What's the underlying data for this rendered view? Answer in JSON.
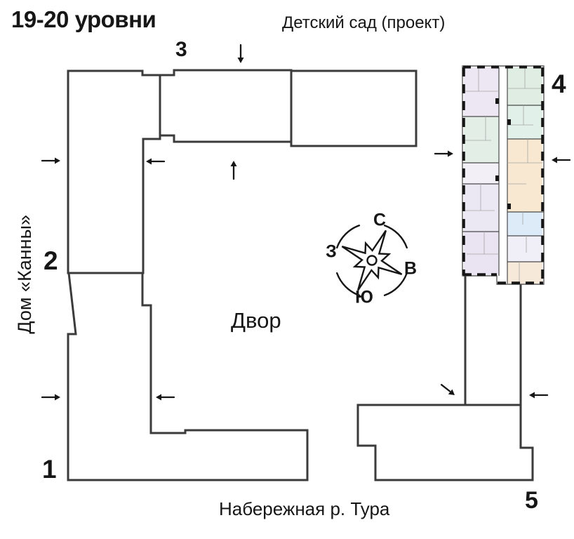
{
  "title": "19-20 уровни",
  "labels": {
    "kindergarten": "Детский сад (проект)",
    "house_left": "Дом «Канны»",
    "courtyard": "Двор",
    "embankment": "Набережная р. Тура"
  },
  "buildings": {
    "b1": "1",
    "b2": "2",
    "b3": "3",
    "b4": "4",
    "b5": "5"
  },
  "compass": {
    "n": "С",
    "e": "В",
    "s": "Ю",
    "w": "З"
  },
  "colors": {
    "wall": "#3b3b3b",
    "ink": "#161616"
  },
  "floorplan": {
    "blocks": [
      {
        "side": "left",
        "color": "#EDE7F4"
      },
      {
        "side": "left",
        "color": "#E3EFE6"
      },
      {
        "side": "left",
        "color": "#F2F0F6"
      },
      {
        "side": "left",
        "color": "#ECE8F3"
      },
      {
        "side": "left",
        "color": "#E9E3F2"
      },
      {
        "side": "right",
        "color": "#DFEDE2"
      },
      {
        "side": "right",
        "color": "#E2F0EA"
      },
      {
        "side": "right",
        "color": "#F8E8D1"
      },
      {
        "side": "right",
        "color": "#DCEBF7"
      },
      {
        "side": "right",
        "color": "#F0EEF6"
      },
      {
        "side": "right",
        "color": "#F7E9DA"
      }
    ]
  }
}
